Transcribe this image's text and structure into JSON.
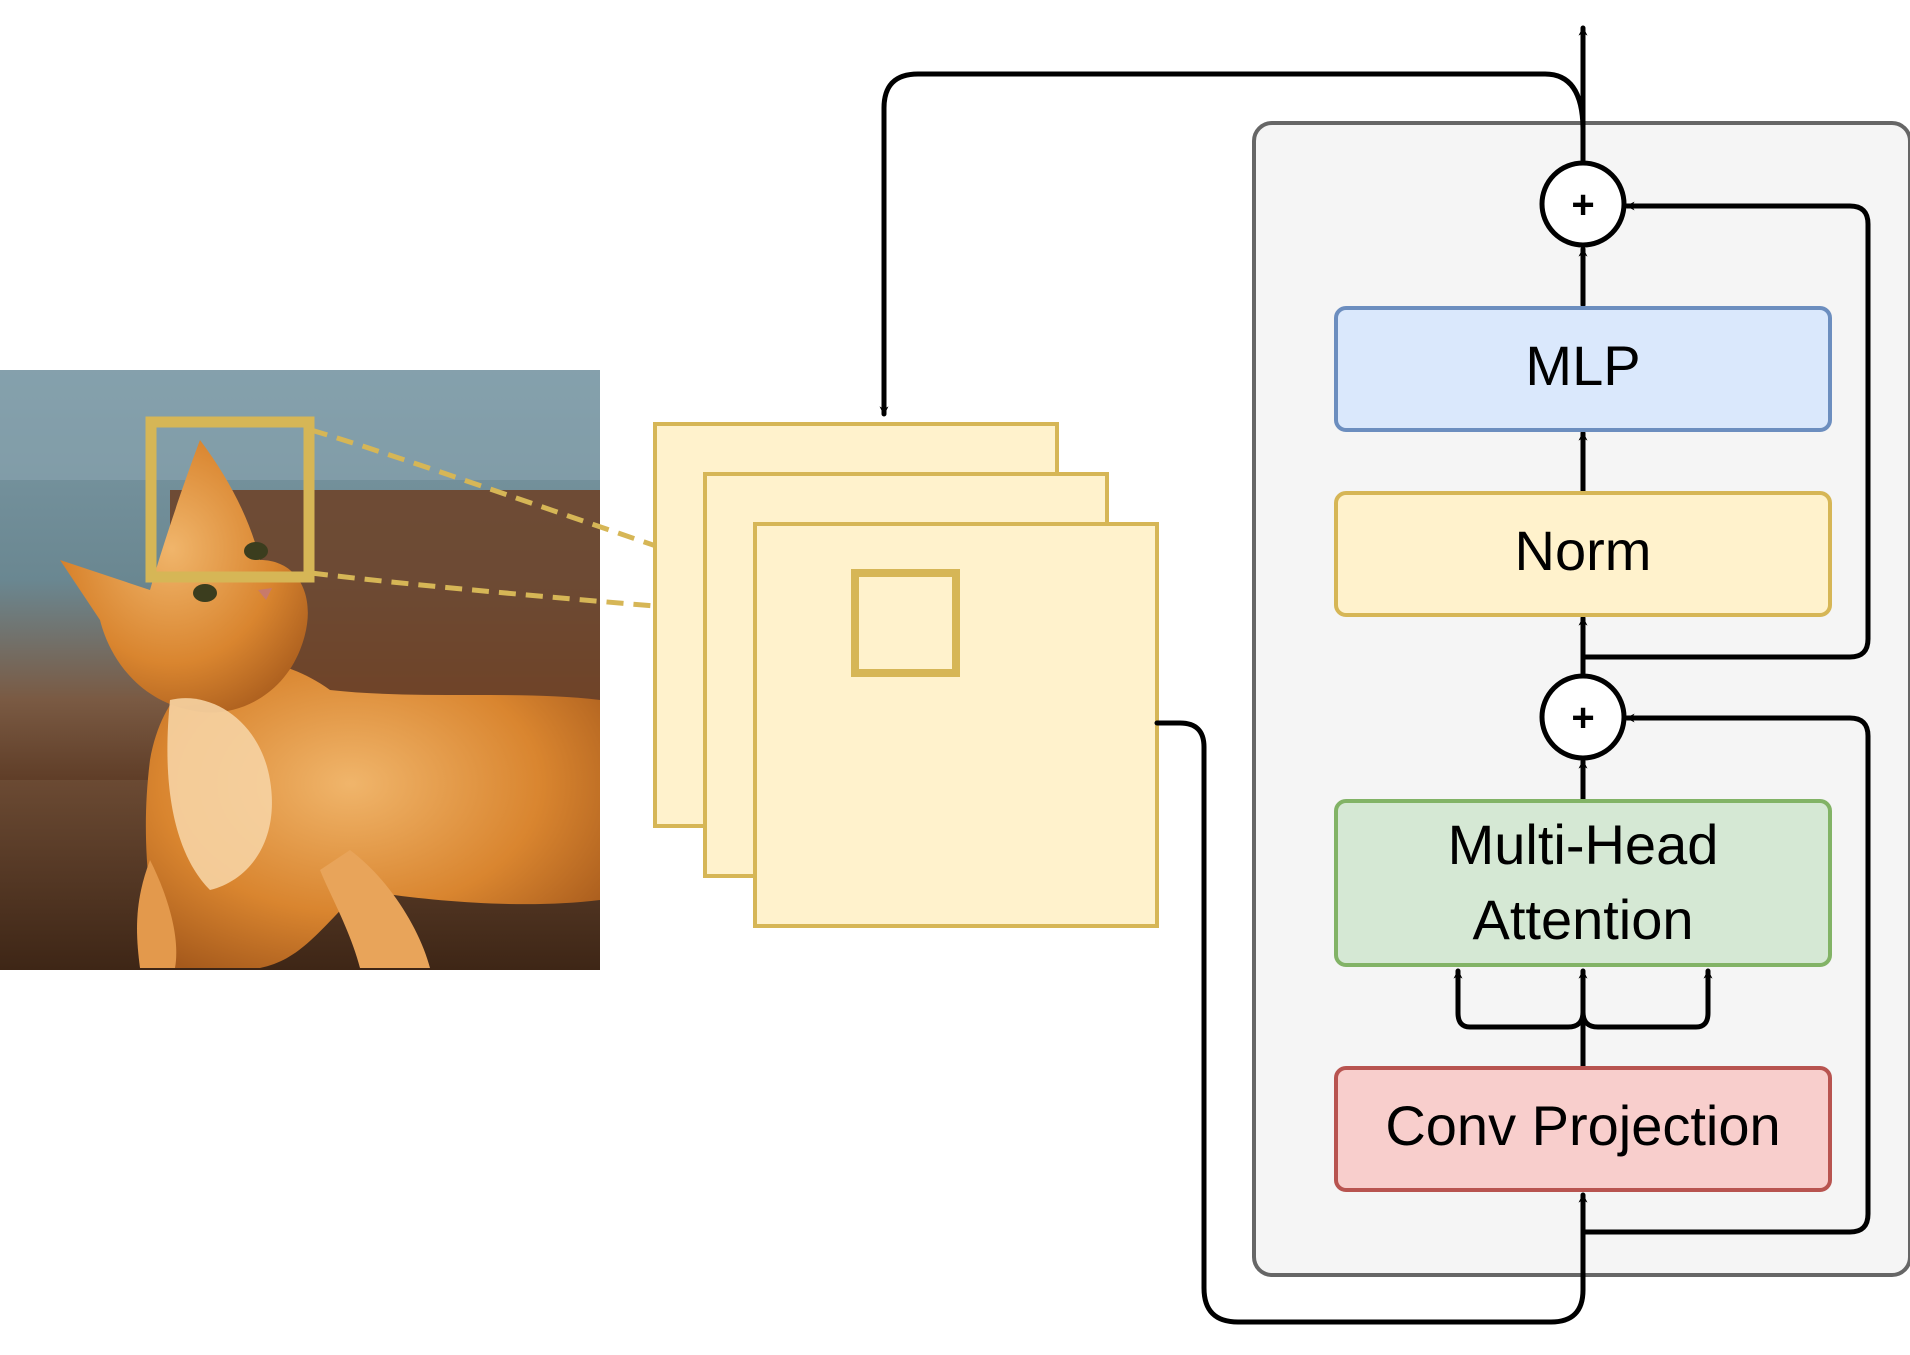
{
  "blocks": {
    "mlp": {
      "label": "MLP",
      "fill": "#dae8fc",
      "stroke": "#6c8ebf"
    },
    "norm": {
      "label": "Norm",
      "fill": "#fff2cc",
      "stroke": "#d6b656"
    },
    "attention": {
      "label_line1": "Multi-Head",
      "label_line2": "Attention",
      "fill": "#d5e8d4",
      "stroke": "#82b366"
    },
    "conv": {
      "label": "Conv Projection",
      "fill": "#f8cecc",
      "stroke": "#b85450"
    }
  },
  "adders": {
    "symbol": "+"
  },
  "container": {
    "fill": "#f5f5f5",
    "stroke": "#666666"
  },
  "feature_maps": {
    "fill": "#fff2cc",
    "stroke": "#d6b656",
    "count": 3
  },
  "patch": {
    "stroke": "#d6b656"
  },
  "image": {
    "subject": "orange tabby cat lying on a wooden floor"
  },
  "colors": {
    "arrow": "#000000",
    "dashed_link": "#d6b656"
  }
}
